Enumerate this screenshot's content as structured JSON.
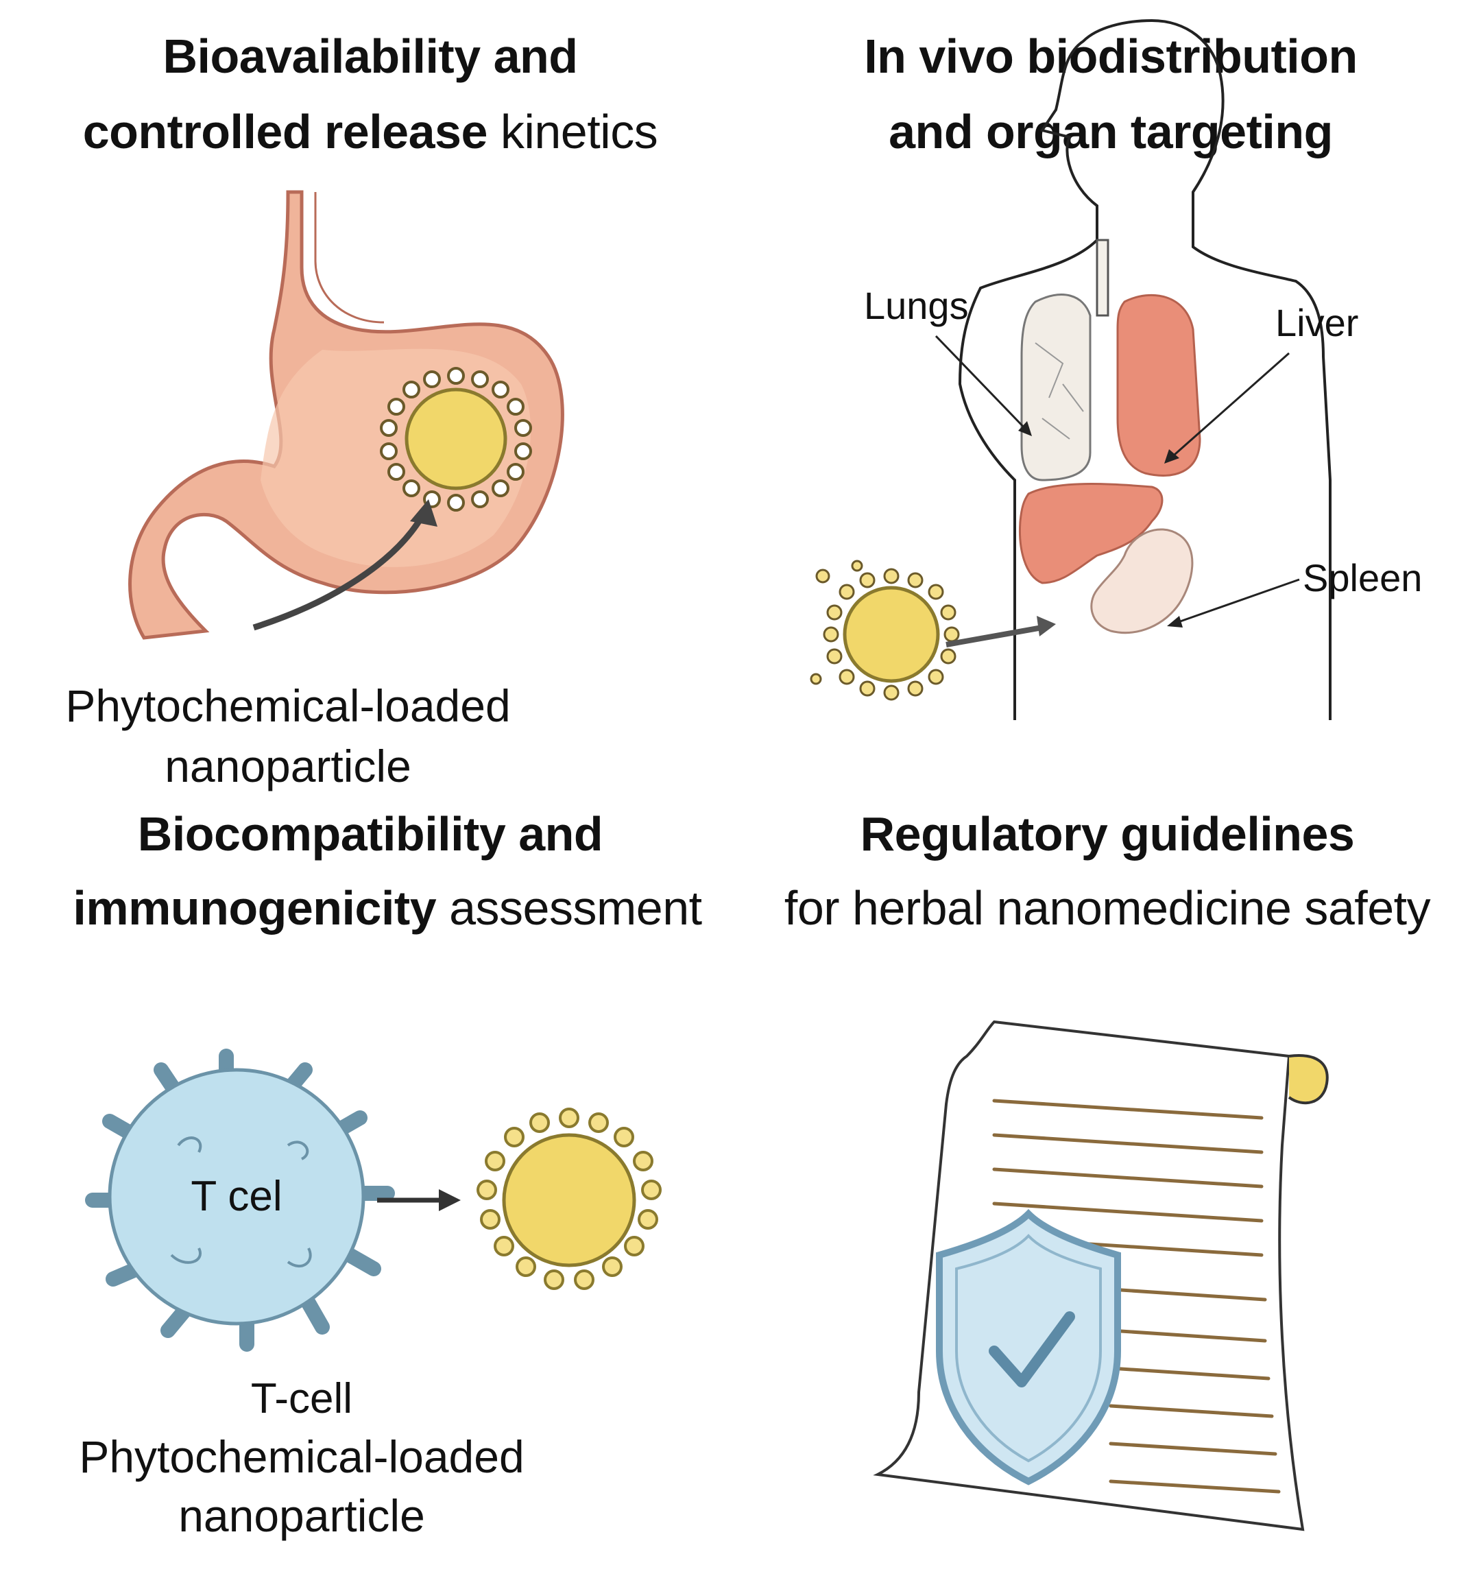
{
  "panel_bioavailability": {
    "title_line1": "Bioavailability and",
    "title_line2_bold": "controlled release",
    "title_line2_regular": " kinetics",
    "caption_line1": "Phytochemical-loaded",
    "caption_line2": "nanoparticle"
  },
  "panel_biodistribution": {
    "title_line1": "In vivo biodistribution",
    "title_line2": "and organ targeting",
    "label_lungs": "Lungs",
    "label_liver": "Liver",
    "label_spleen": "Spleen"
  },
  "panel_biocompatibility": {
    "title_line1": "Biocompatibility and",
    "title_line2_bold": "immunogenicity",
    "title_line2_regular": " assessment",
    "cell_label": "T cel",
    "caption_line1": "T-cell",
    "caption_line2": "Phytochemical-loaded",
    "caption_line3": "nanoparticle"
  },
  "panel_regulatory": {
    "title_line1": "Regulatory guidelines",
    "title_line2": "for herbal nanomedicine safety"
  },
  "colors": {
    "stomach": "#f0b49a",
    "organ_red": "#e98e78",
    "lung": "#f2ede6",
    "nanoparticle": "#f1d76a",
    "tcell": "#bfe0ee",
    "shield": "#cfe6f2",
    "shield_edge": "#6f9bb6",
    "document_line": "#8a6a3c"
  }
}
